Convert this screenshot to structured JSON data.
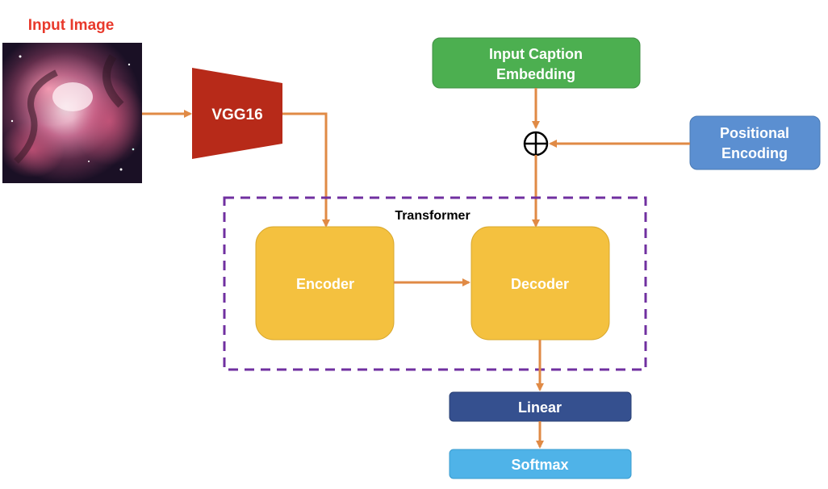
{
  "input_image": {
    "label": "Input Image",
    "content_description": "Orion nebula photograph",
    "label_color": "#e8392b"
  },
  "vgg": {
    "label": "VGG16",
    "color": "#b72a19"
  },
  "caption_embedding": {
    "line1": "Input Caption",
    "line2": "Embedding",
    "color": "#4caf50"
  },
  "positional_encoding": {
    "line1": "Positional",
    "line2": "Encoding",
    "color": "#5b8fd1"
  },
  "add_operator": {
    "symbol": "⊕"
  },
  "transformer": {
    "label": "Transformer",
    "border_color": "#7030a0",
    "encoder": {
      "label": "Encoder"
    },
    "decoder": {
      "label": "Decoder"
    },
    "block_color": "#f4c13f"
  },
  "linear": {
    "label": "Linear",
    "color": "#35508f"
  },
  "softmax": {
    "label": "Softmax",
    "color": "#4fb3e8"
  },
  "arrow_color": "#e08a45"
}
